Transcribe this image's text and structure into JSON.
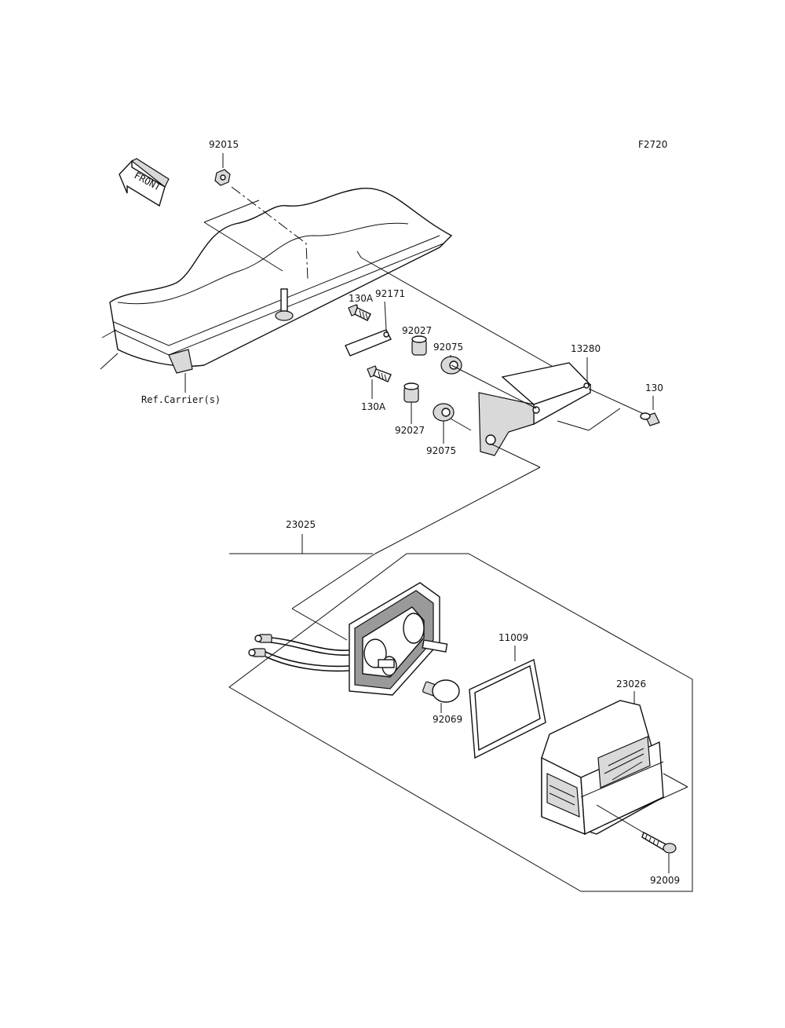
{
  "figure_code": "F2720",
  "front_arrow_label": "FRONT",
  "ref_label": "Ref.Carrier(s)",
  "parts": {
    "p92015": "92015",
    "p130A_top": "130A",
    "p92171": "92171",
    "p92027_top": "92027",
    "p92075_top": "92075",
    "p13280": "13280",
    "p130": "130",
    "p130A_bottom": "130A",
    "p92027_bottom": "92027",
    "p92075_bottom": "92075",
    "p23025": "23025",
    "p11009": "11009",
    "p23026": "23026",
    "p92069": "92069",
    "p92009": "92009"
  }
}
